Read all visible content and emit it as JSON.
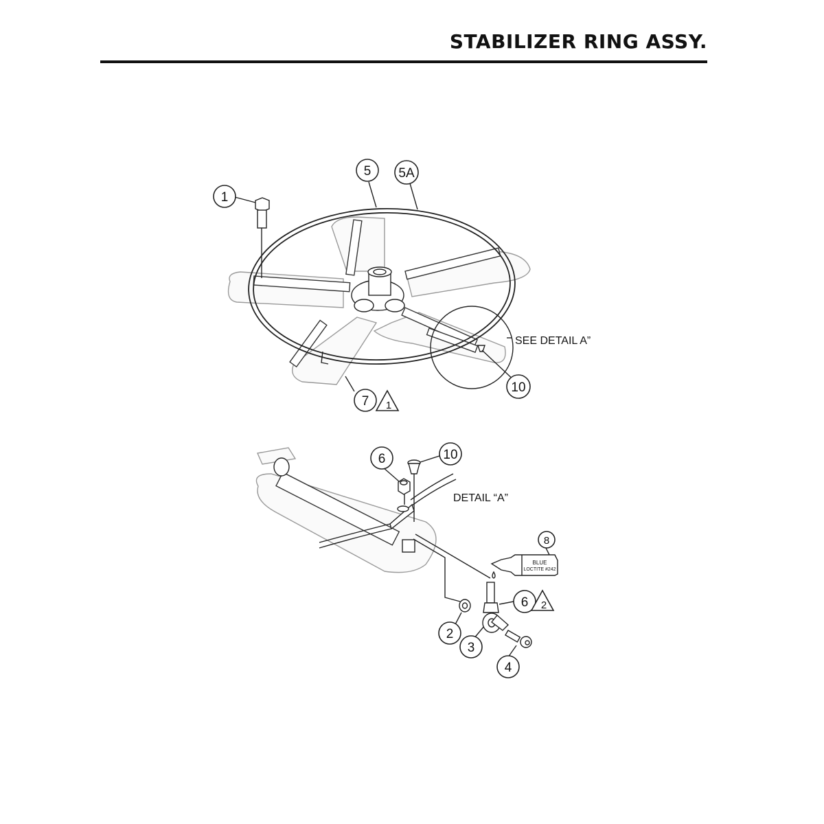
{
  "header": {
    "title": "STABILIZER RING ASSY."
  },
  "assembly_view": {
    "callouts": {
      "c1": "1",
      "c5": "5",
      "c5a": "5A",
      "c7": "7",
      "rev1": "1",
      "c10": "10"
    },
    "see_detail": "SEE DETAIL  A”"
  },
  "detail_view": {
    "title": "DETAIL “A”",
    "callouts": {
      "c6_top": "6",
      "c10": "10",
      "c8": "8",
      "c6_low": "6",
      "rev2": "2",
      "c2": "2",
      "c3": "3",
      "c4": "4"
    },
    "tube_label_line1": "BLUE",
    "tube_label_line2": "LOCTITE #242"
  }
}
